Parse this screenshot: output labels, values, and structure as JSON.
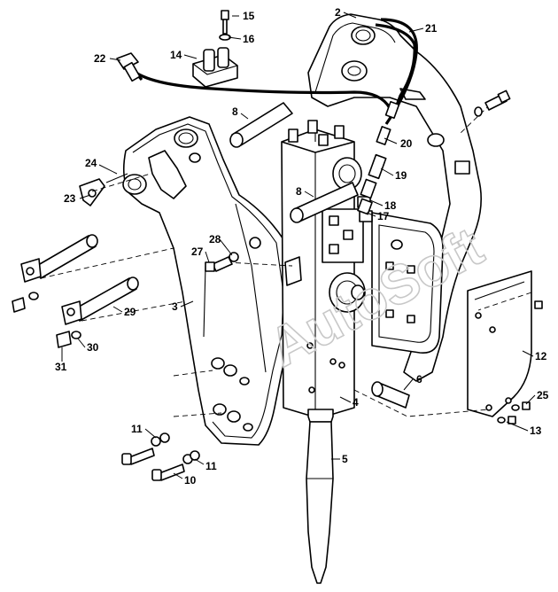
{
  "watermark": "AutoSoft",
  "callouts": [
    {
      "id": "c2",
      "text": "2"
    },
    {
      "id": "c21",
      "text": "21"
    },
    {
      "id": "c15",
      "text": "15"
    },
    {
      "id": "c16",
      "text": "16"
    },
    {
      "id": "c14",
      "text": "14"
    },
    {
      "id": "c22",
      "text": "22"
    },
    {
      "id": "c8a",
      "text": "8"
    },
    {
      "id": "c20",
      "text": "20"
    },
    {
      "id": "c24",
      "text": "24"
    },
    {
      "id": "c19",
      "text": "19"
    },
    {
      "id": "c23",
      "text": "23"
    },
    {
      "id": "c8b",
      "text": "8"
    },
    {
      "id": "c18",
      "text": "18"
    },
    {
      "id": "c17",
      "text": "17"
    },
    {
      "id": "c28",
      "text": "28"
    },
    {
      "id": "c27",
      "text": "27"
    },
    {
      "id": "c3",
      "text": "3"
    },
    {
      "id": "c29",
      "text": "29"
    },
    {
      "id": "c12",
      "text": "12"
    },
    {
      "id": "c30",
      "text": "30"
    },
    {
      "id": "c31",
      "text": "31"
    },
    {
      "id": "c6",
      "text": "6"
    },
    {
      "id": "c4",
      "text": "4"
    },
    {
      "id": "c25",
      "text": "25"
    },
    {
      "id": "c11a",
      "text": "11"
    },
    {
      "id": "c13",
      "text": "13"
    },
    {
      "id": "c5",
      "text": "5"
    },
    {
      "id": "c11b",
      "text": "11"
    },
    {
      "id": "c10",
      "text": "10"
    }
  ]
}
